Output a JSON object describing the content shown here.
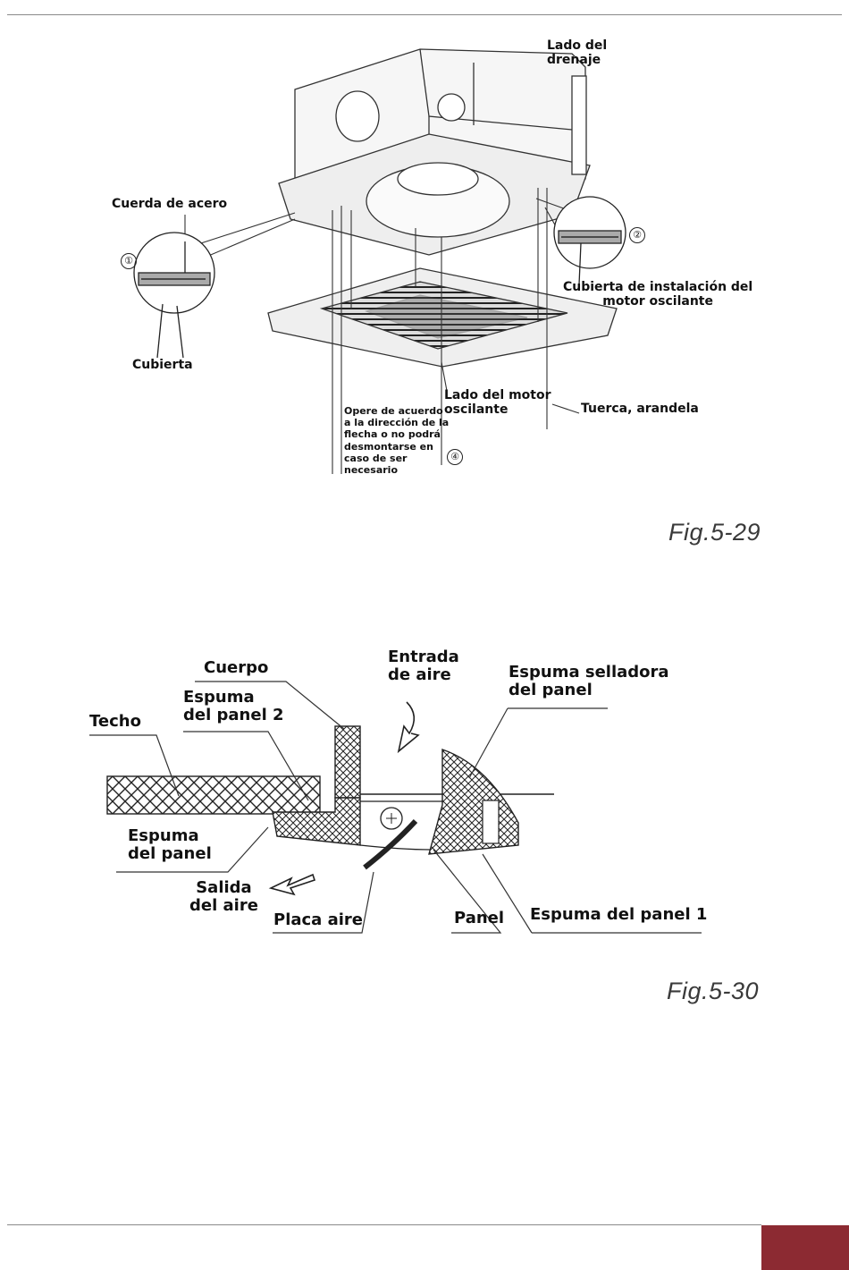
{
  "figure1": {
    "caption": "Fig.5-29",
    "labels": {
      "drain_side": "Lado del\ndrenaje",
      "steel_rope": "Cuerda de acero",
      "cover": "Cubierta",
      "swing_motor_cover": "Cubierta de instalación del\nmotor oscilante",
      "swing_motor_side": "Lado del motor\noscilante",
      "nut_washer": "Tuerca, arandela",
      "arrow_note": "Opere de acuerdo\na la dirección de la\nflecha o no podrá\ndesmontarse en\ncaso de ser\nnecesario"
    },
    "markers": [
      "①",
      "②",
      "④"
    ]
  },
  "figure2": {
    "caption": "Fig.5-30",
    "labels": {
      "body": "Cuerpo",
      "air_inlet": "Entrada\nde aire",
      "panel_sealing_foam": "Espuma selladora\ndel panel",
      "ceiling": "Techo",
      "panel_foam_2": "Espuma\ndel panel 2",
      "panel_foam": "Espuma\ndel panel",
      "air_outlet": "Salida\ndel aire",
      "air_plate": "Placa aire",
      "panel": "Panel",
      "panel_foam_1": "Espuma del panel 1"
    }
  },
  "colors": {
    "accent_tab": "#8c2a32"
  }
}
